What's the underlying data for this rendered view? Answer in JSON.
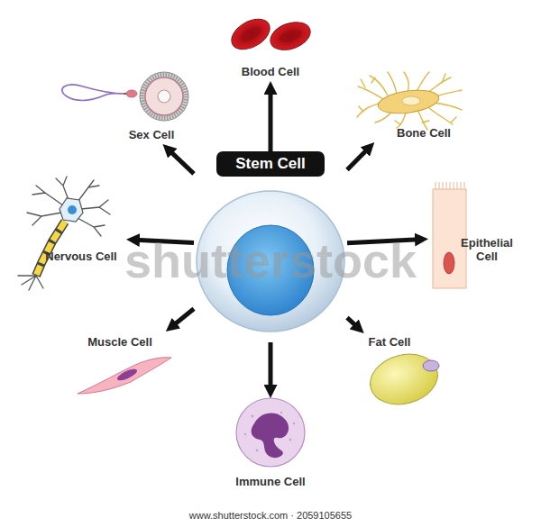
{
  "diagram": {
    "nodes": [
      {
        "text": [
          "Blood Cell"
        ]
      },
      {
        "text": [
          "Sex Cell"
        ]
      },
      {
        "text": [
          "Stem Cell"
        ]
      },
      {
        "text": [
          "Bone Cell"
        ]
      },
      {
        "text": [
          "Nervous Cell"
        ]
      },
      {
        "text": [
          "Epithelial Cell"
        ]
      },
      {
        "text": [
          "Muscle Cell"
        ]
      },
      {
        "text": [
          "Fat Cell"
        ]
      },
      {
        "text": [
          "Immune Cell"
        ]
      }
    ],
    "edges": [
      {
        "from": 2,
        "to": 0,
        "arrow": "to"
      },
      {
        "from": 2,
        "to": 3,
        "arrow": "to"
      },
      {
        "from": 2,
        "to": 5,
        "arrow": "to"
      },
      {
        "from": 2,
        "to": 7,
        "arrow": "to"
      },
      {
        "from": 2,
        "to": 8,
        "arrow": "to"
      },
      {
        "from": 2,
        "to": 6,
        "arrow": "to"
      },
      {
        "from": 2,
        "to": 4,
        "arrow": "to"
      },
      {
        "from": 2,
        "to": 1,
        "arrow": "to"
      }
    ],
    "labels": [
      "shutterstock",
      "www.shutterstock.com · 2059105655"
    ]
  }
}
